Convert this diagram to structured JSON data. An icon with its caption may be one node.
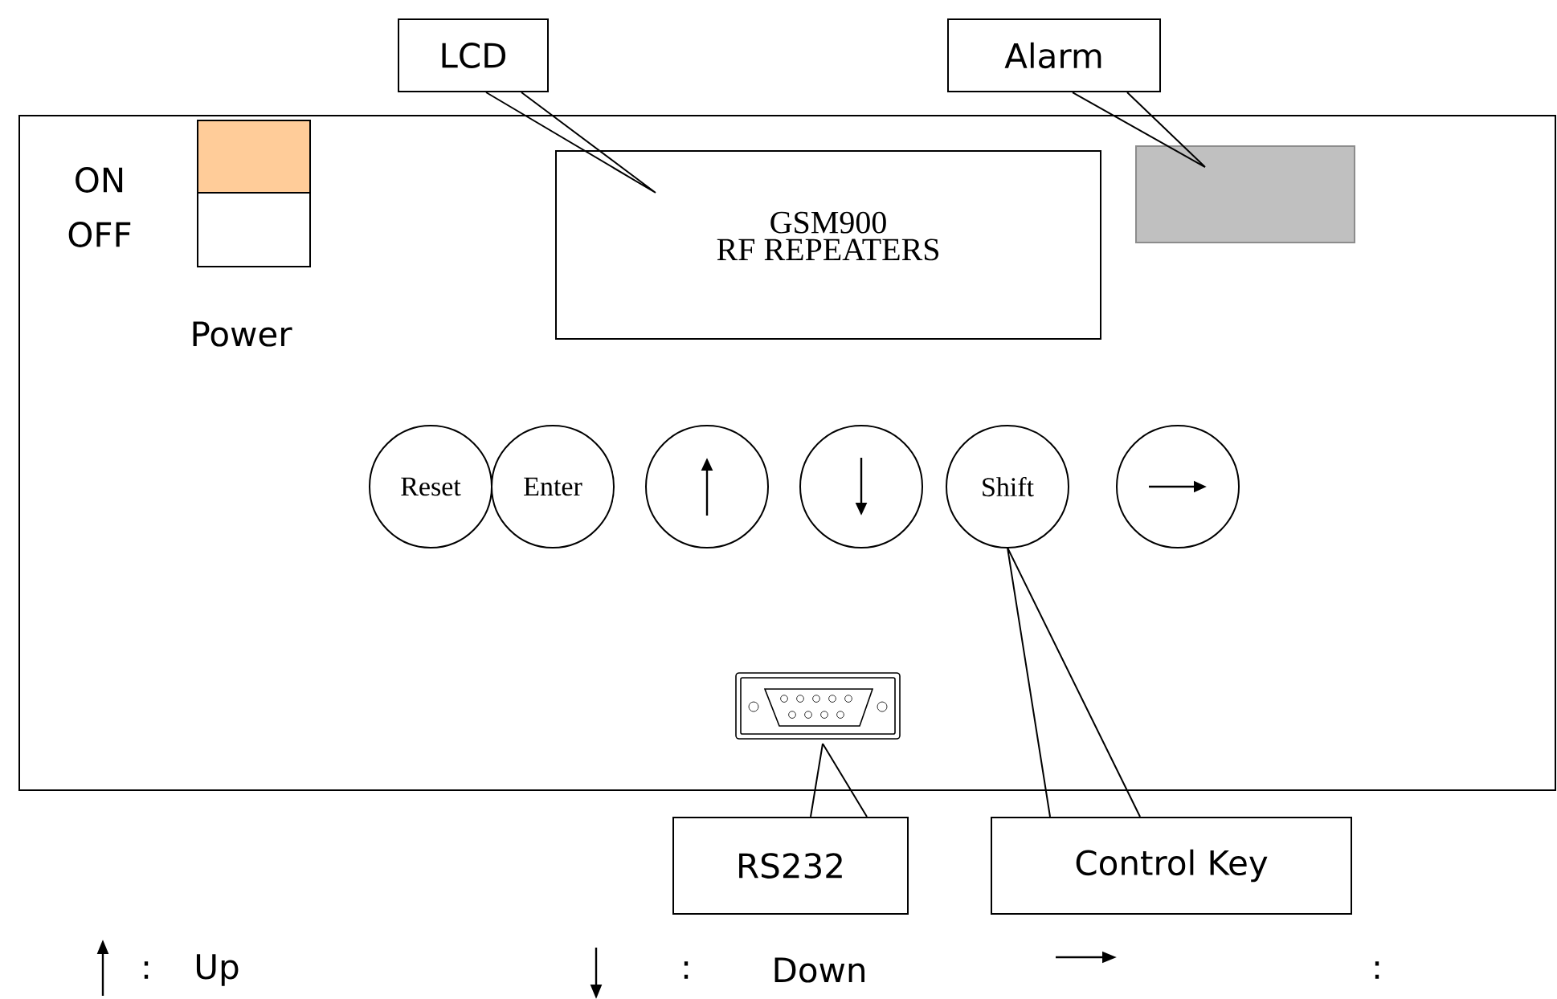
{
  "diagram": {
    "nodes": [
      {
        "text": [],
        "shape": "box"
      },
      {
        "text": [
          "LCD"
        ]
      },
      {
        "text": [
          "Alarm"
        ]
      },
      {
        "text": [
          "GSM900",
          "RF REPEATERS"
        ],
        "in": 0
      },
      {
        "text": [],
        "shape": "box",
        "in": 0
      },
      {
        "text": [
          "Reset"
        ],
        "in": 0
      },
      {
        "text": [
          "Enter"
        ],
        "in": 0
      },
      {
        "text": [],
        "shape": "circle",
        "in": 0
      },
      {
        "text": [],
        "shape": "circle",
        "in": 0
      },
      {
        "text": [
          "Shift"
        ],
        "in": 0
      },
      {
        "text": [],
        "shape": "circle",
        "in": 0
      },
      {
        "text": [],
        "shape": "picture",
        "in": 0
      },
      {
        "text": [
          "RS232"
        ]
      },
      {
        "text": [
          "Control Key"
        ]
      }
    ],
    "edges": [
      {
        "from": 1,
        "to": 3,
        "arrow": "none"
      },
      {
        "from": 2,
        "to": 4,
        "arrow": "none"
      },
      {
        "from": 12,
        "to": 11,
        "arrow": "none"
      },
      {
        "from": 13,
        "to": 9,
        "arrow": "none"
      }
    ],
    "labels": [
      "ON",
      "OFF",
      "Power",
      ":",
      "Up",
      ":",
      "Down",
      ":"
    ]
  }
}
